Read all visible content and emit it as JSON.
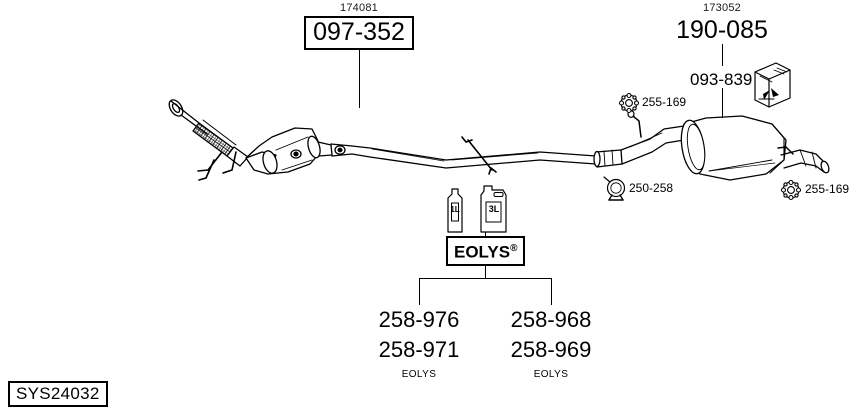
{
  "diagram": {
    "system_code": "SYS24032",
    "background": "#ffffff",
    "line_color": "#000000",
    "title_refs": [
      {
        "id": "cat-group",
        "code": "174081",
        "part": "097-352",
        "boxed": true
      },
      {
        "id": "silencer-group",
        "code": "173052",
        "part": "190-085",
        "boxed": false
      }
    ],
    "callouts": [
      {
        "id": "mounting-kit",
        "part": "093-839",
        "icon": "package-box-icon",
        "caption": ""
      },
      {
        "id": "gasket-front",
        "part": "255-169",
        "icon": "gasket-ring-icon",
        "caption": ""
      },
      {
        "id": "gasket-rear",
        "part": "255-169",
        "icon": "gasket-ring-icon",
        "caption": ""
      },
      {
        "id": "pipe-clamp",
        "part": "250-258",
        "icon": "clamp-ring-icon",
        "caption": ""
      }
    ],
    "fluid": {
      "label": "EOLYS",
      "registered_mark": "®",
      "bottles": [
        {
          "id": "bottle-1l",
          "volume": "1L"
        },
        {
          "id": "bottle-3l",
          "volume": "3L"
        }
      ],
      "columns": [
        {
          "id": "eolys-col-left",
          "parts": [
            "258-976",
            "258-971"
          ],
          "caption": "EOLYS"
        },
        {
          "id": "eolys-col-right",
          "parts": [
            "258-968",
            "258-969"
          ],
          "caption": "EOLYS"
        }
      ]
    },
    "components": [
      {
        "id": "flex-pipe",
        "name": "flexible-exhaust-pipe"
      },
      {
        "id": "dpf-canister",
        "name": "diesel-particulate-filter"
      },
      {
        "id": "mid-pipe",
        "name": "centre-exhaust-pipe"
      },
      {
        "id": "rear-silencer",
        "name": "rear-silencer"
      },
      {
        "id": "tail-pipe",
        "name": "tail-pipe"
      }
    ]
  }
}
